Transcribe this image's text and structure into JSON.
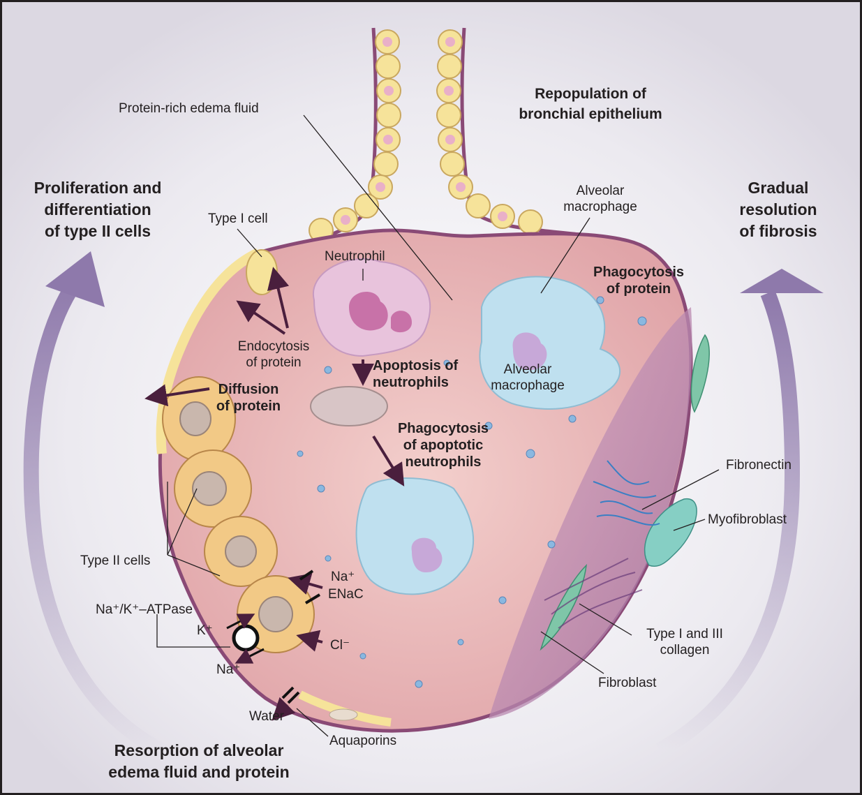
{
  "headings": {
    "left": [
      "Proliferation and",
      "differentiation",
      "of type II cells"
    ],
    "right": [
      "Gradual",
      "resolution",
      "of fibrosis"
    ],
    "top": [
      "Repopulation of",
      "bronchial epithelium"
    ],
    "bottom": [
      "Resorption of alveolar",
      "edema fluid and protein"
    ]
  },
  "labels": {
    "edema_fluid": "Protein-rich edema fluid",
    "type1_cell": "Type I cell",
    "neutrophil": "Neutrophil",
    "alveolar_macrophage_top": [
      "Alveolar",
      "macrophage"
    ],
    "alveolar_macrophage_inner": [
      "Alveolar",
      "macrophage"
    ],
    "endocytosis": [
      "Endocytosis",
      "of protein"
    ],
    "type2_cells": "Type II cells",
    "na": "Na⁺",
    "enac": "ENaC",
    "na_k_atpase": "Na⁺/K⁺–ATPase",
    "k": "K⁺",
    "cl": "Cl⁻",
    "na_bottom": "Na⁺",
    "water": "Water",
    "aquaporins": "Aquaporins",
    "fibronectin": "Fibronectin",
    "myofibroblast": "Myofibroblast",
    "collagen": [
      "Type I and III",
      "collagen"
    ],
    "fibroblast": "Fibroblast"
  },
  "processes": {
    "phagocytosis_protein": [
      "Phagocytosis",
      "of protein"
    ],
    "apoptosis": [
      "Apoptosis of",
      "neutrophils"
    ],
    "diffusion": [
      "Diffusion",
      "of protein"
    ],
    "phagocytosis_apoptotic": [
      "Phagocytosis",
      "of apoptotic",
      "neutrophils"
    ]
  },
  "colors": {
    "alveolar_fluid": "#e9b4b4",
    "epithelium": "#f6e39a",
    "membrane": "#8a4a76",
    "macrophage": "#bfe0ef",
    "neutrophil": "#e8c3dc",
    "arrow_purple": "#8e79ab",
    "fibrosis": "#b07aa8"
  }
}
